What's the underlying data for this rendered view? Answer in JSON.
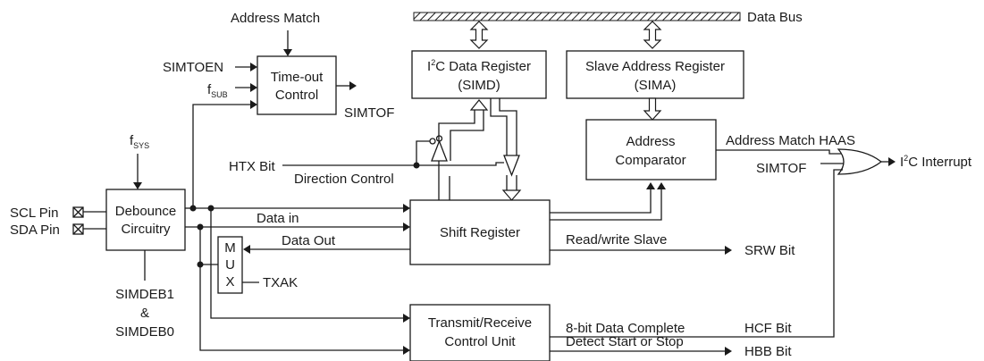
{
  "blocks": {
    "time_out": {
      "line1": "Time-out",
      "line2": "Control"
    },
    "i2c_data": {
      "prefix": "I",
      "sup": "2",
      "rest": "C Data Register",
      "line2": "(SIMD)"
    },
    "slave_addr": {
      "line1": "Slave Address Register",
      "line2": "(SIMA)"
    },
    "addr_comp": {
      "line1": "Address",
      "line2": "Comparator"
    },
    "debounce": {
      "line1": "Debounce",
      "line2": "Circuitry"
    },
    "shift": {
      "line1": "Shift Register"
    },
    "mux": {
      "l1": "M",
      "l2": "U",
      "l3": "X"
    },
    "tx_rx": {
      "line1": "Transmit/Receive",
      "line2": "Control Unit"
    }
  },
  "labels": {
    "address_match": "Address Match",
    "data_bus": "Data Bus",
    "simtoen": "SIMTOEN",
    "f": "f",
    "sub": "SUB",
    "sys": "SYS",
    "simtof_out": "SIMTOF",
    "htx_bit": "HTX Bit",
    "direction_control": "Direction Control",
    "address_match_haas": "Address Match HAAS",
    "simtof_in": "SIMTOF",
    "interrupt_prefix": "I",
    "interrupt_sup": "2",
    "interrupt_rest": "C Interrupt",
    "scl_pin": "SCL Pin",
    "sda_pin": "SDA Pin",
    "data_in": "Data in",
    "data_out": "Data Out",
    "read_write_slave": "Read/write Slave",
    "srw_bit": "SRW Bit",
    "txak": "TXAK",
    "simdeb1": "SIMDEB1",
    "amp": "&",
    "simdeb0": "SIMDEB0",
    "eight_bit_complete": "8-bit Data Complete",
    "hcf_bit": "HCF Bit",
    "detect_start_stop": "Detect Start or Stop",
    "hbb_bit": "HBB Bit"
  }
}
